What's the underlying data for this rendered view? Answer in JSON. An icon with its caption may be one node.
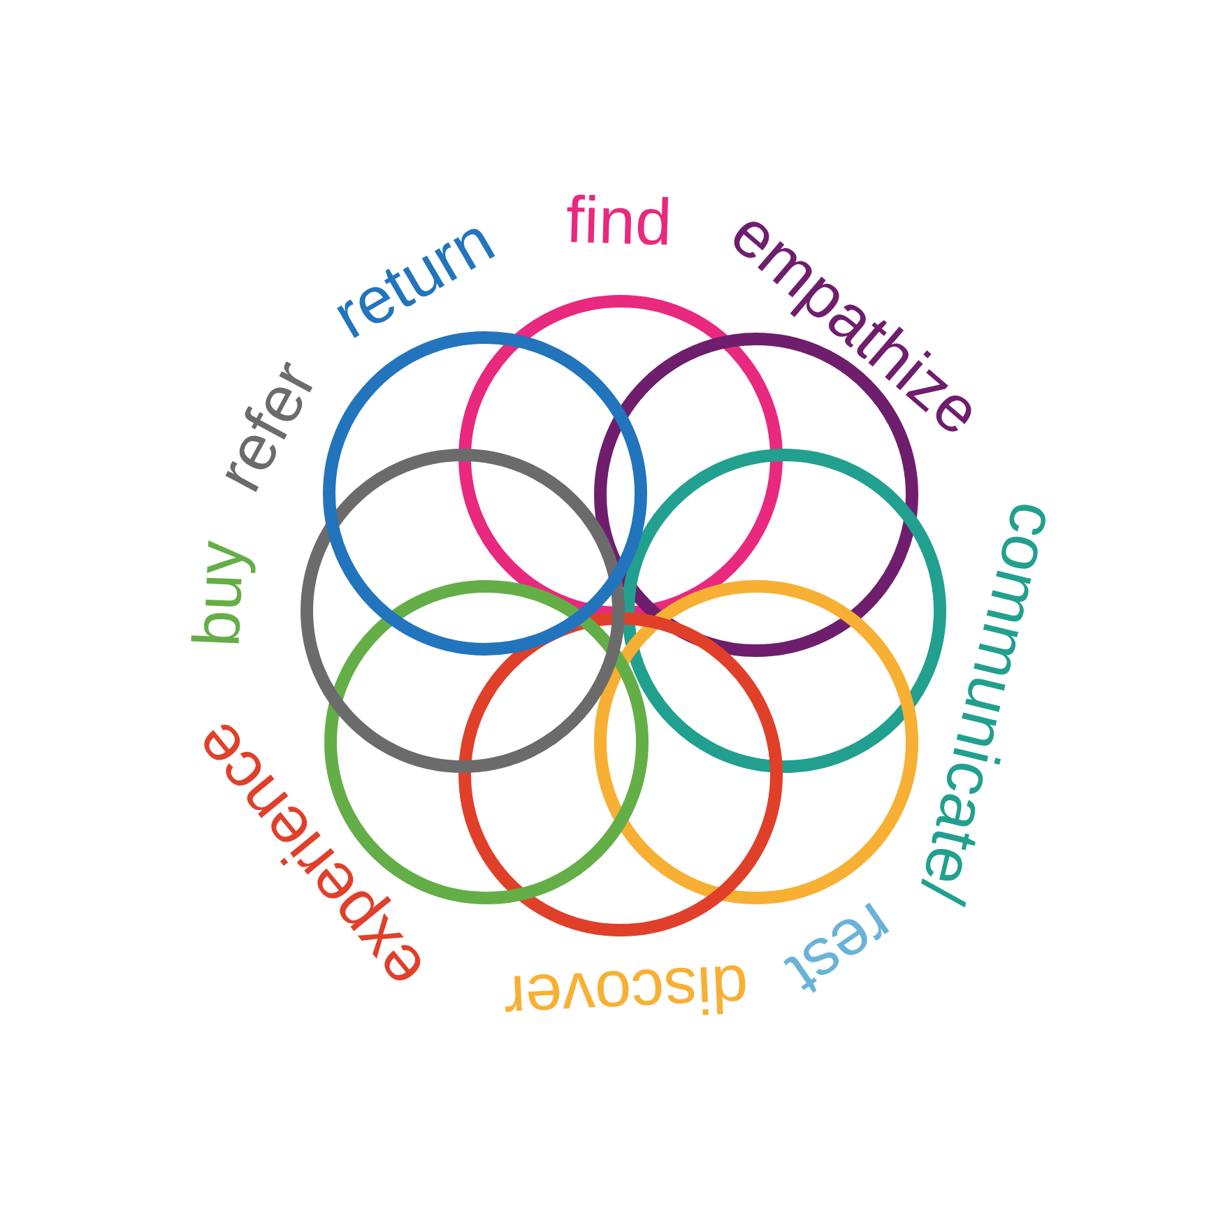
{
  "diagram": {
    "nodes": [
      {
        "text": [],
        "shape": "circle"
      },
      {
        "text": [],
        "shape": "circle"
      },
      {
        "text": [],
        "shape": "circle"
      },
      {
        "text": [],
        "shape": "circle"
      },
      {
        "text": [],
        "shape": "circle"
      },
      {
        "text": [],
        "shape": "circle"
      },
      {
        "text": [],
        "shape": "circle"
      },
      {
        "text": [],
        "shape": "circle"
      }
    ],
    "labels": [
      "find",
      "empathize",
      "communicate/",
      "rest",
      "discover",
      "experience",
      "buy",
      "refer",
      "return"
    ]
  }
}
